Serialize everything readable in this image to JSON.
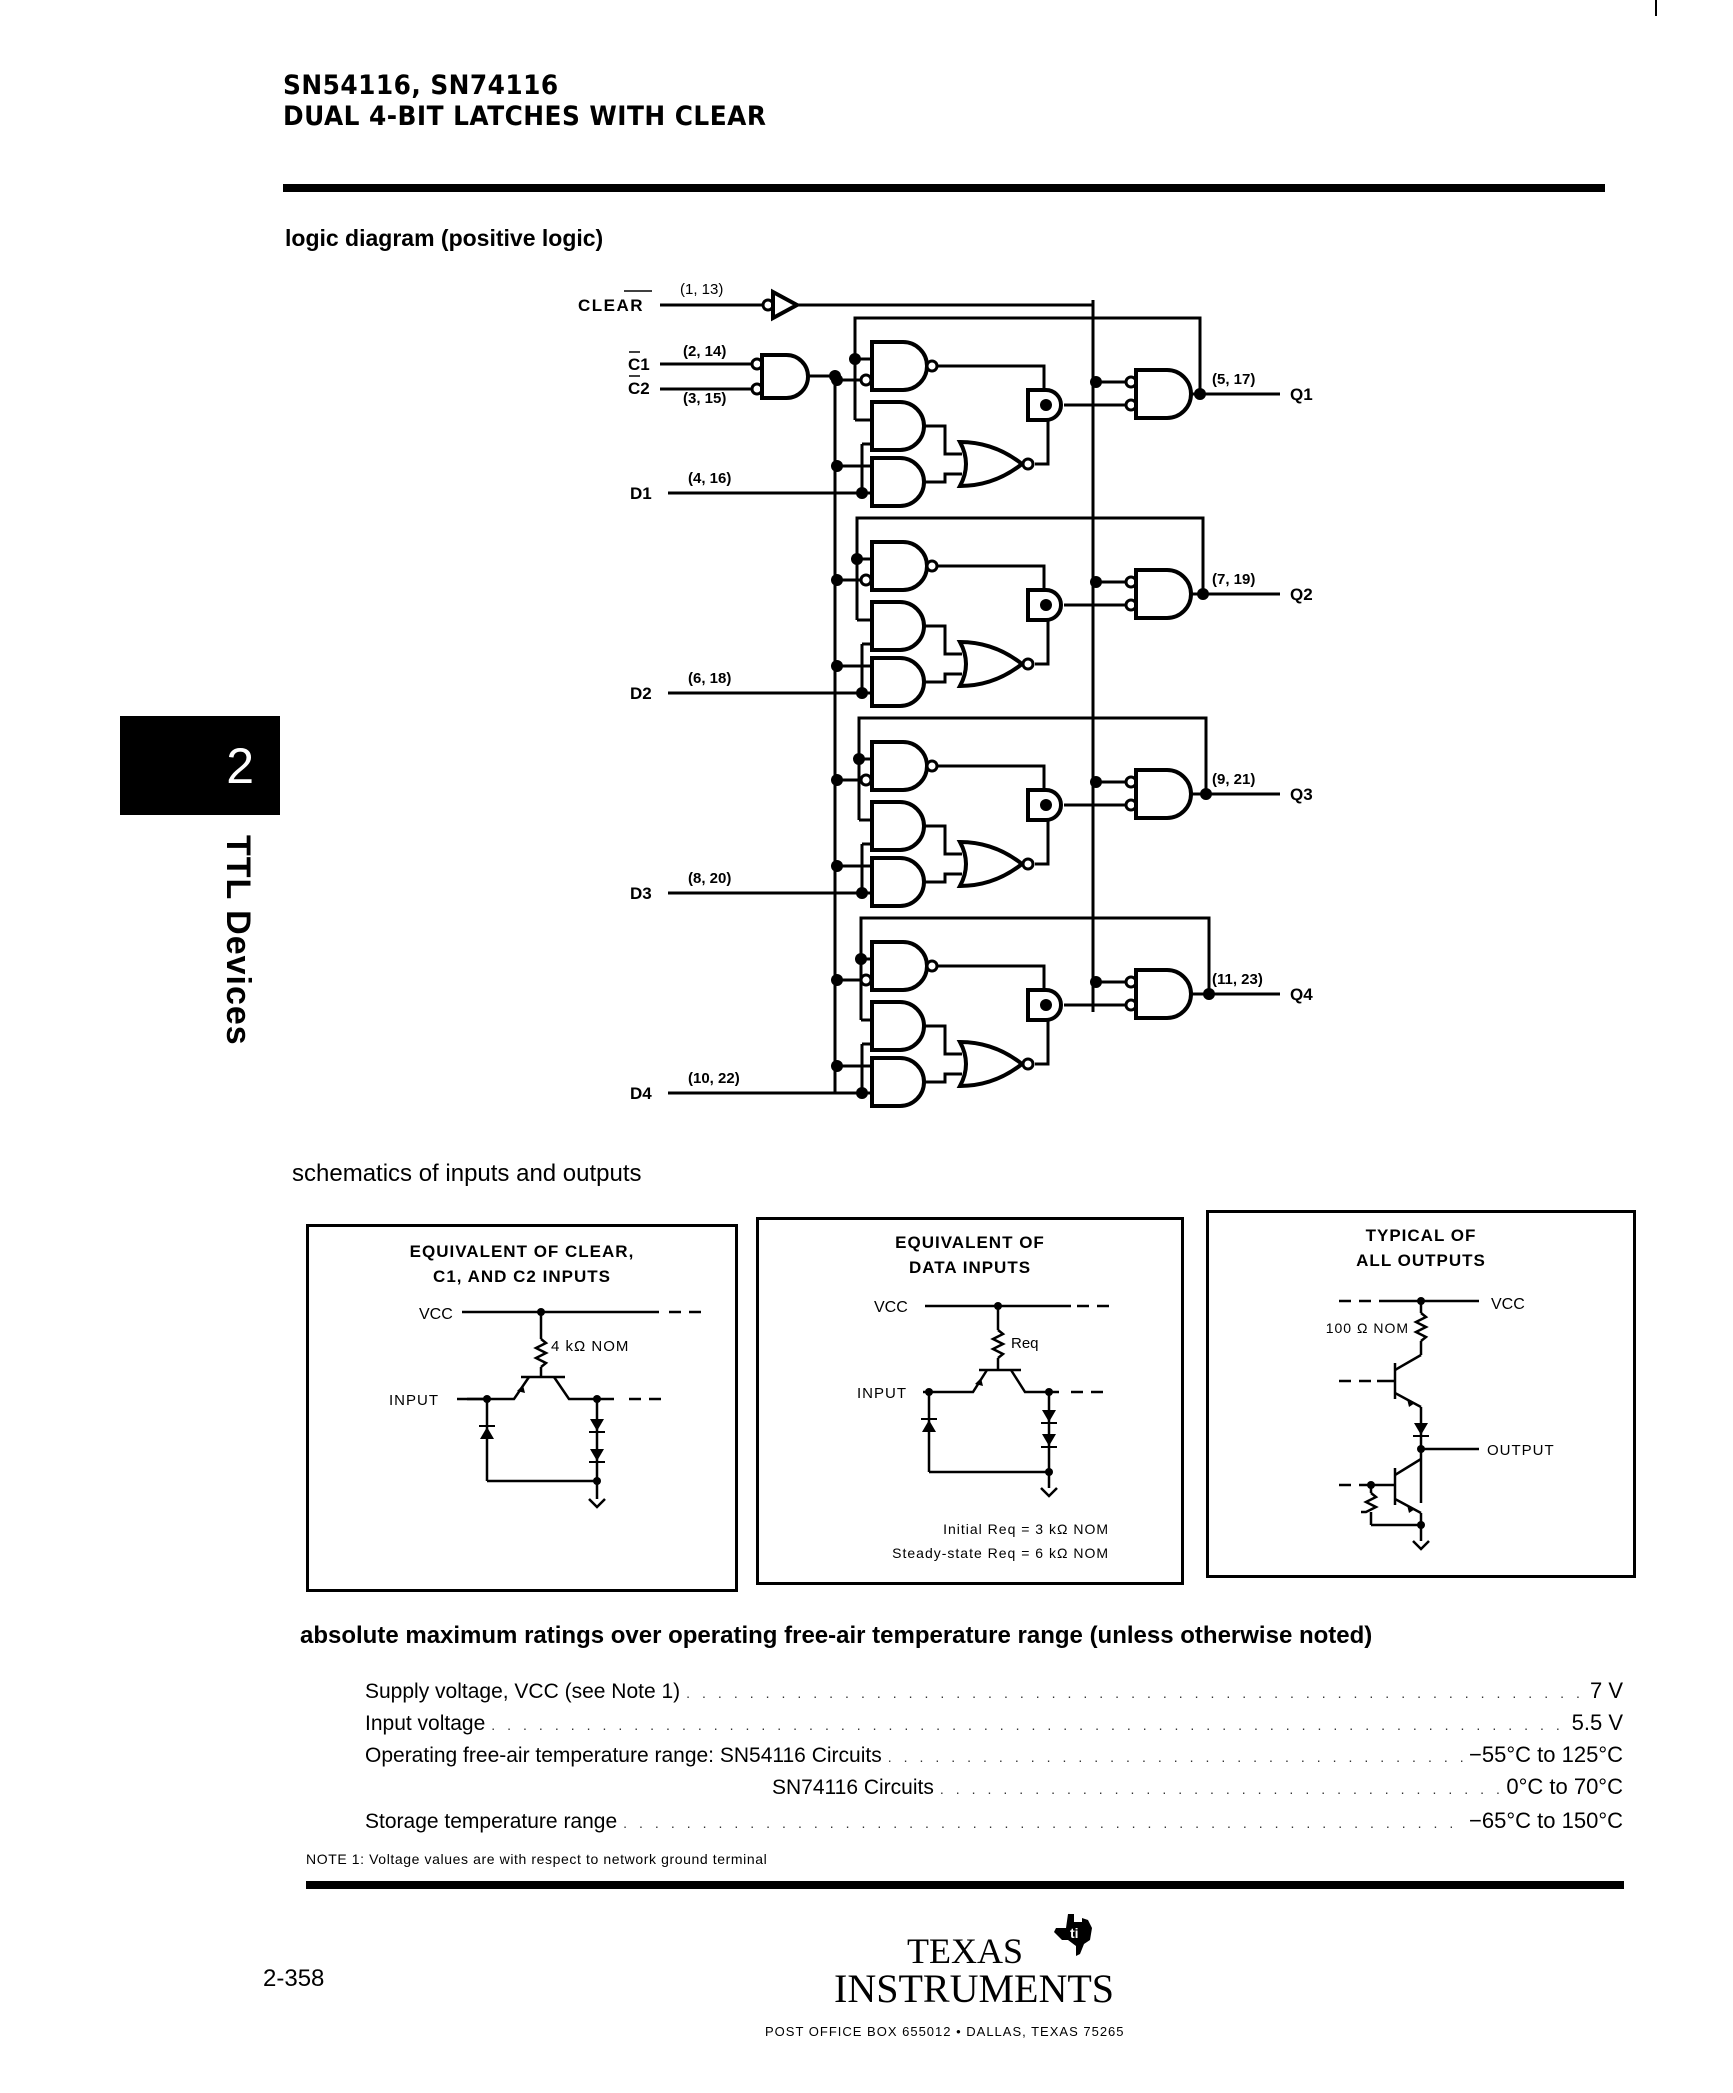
{
  "header": {
    "part_numbers": "SN54116, SN74116",
    "device_title": "DUAL 4-BIT LATCHES WITH CLEAR"
  },
  "side_tab": {
    "section_number": "2",
    "section_label": "TTL Devices"
  },
  "logic_diagram": {
    "heading": "logic diagram (positive logic)",
    "clear": {
      "label": "CLEAR",
      "label_overbar": "EAR",
      "pins": "(1, 13)"
    },
    "c1": {
      "label": "C1",
      "pins": "(2, 14)"
    },
    "c2": {
      "label": "C2",
      "pins": "(3, 15)"
    },
    "latches": [
      {
        "data_label": "D1",
        "data_pins": "(4, 16)",
        "out_label": "Q1",
        "out_pins": "(5, 17)"
      },
      {
        "data_label": "D2",
        "data_pins": "(6, 18)",
        "out_label": "Q2",
        "out_pins": "(7, 19)"
      },
      {
        "data_label": "D3",
        "data_pins": "(8, 20)",
        "out_label": "Q3",
        "out_pins": "(9, 21)"
      },
      {
        "data_label": "D4",
        "data_pins": "(10, 22)",
        "out_label": "Q4",
        "out_pins": "(11, 23)"
      }
    ]
  },
  "schematics": {
    "heading": "schematics of inputs and outputs",
    "boxes": [
      {
        "title_line1": "EQUIVALENT OF CLEAR,",
        "title_line2": "C1, AND C2 INPUTS",
        "vcc_label": "VCC",
        "resistor_label": "4 kΩ NOM",
        "input_label": "INPUT"
      },
      {
        "title_line1": "EQUIVALENT OF",
        "title_line2": "DATA INPUTS",
        "vcc_label": "VCC",
        "resistor_label": "Req",
        "input_label": "INPUT",
        "note_line1": "Initial Req = 3 kΩ NOM",
        "note_line2": "Steady-state Req = 6 kΩ NOM"
      },
      {
        "title_line1": "TYPICAL OF",
        "title_line2": "ALL OUTPUTS",
        "vcc_label": "VCC",
        "resistor_label": "100 Ω NOM",
        "output_label": "OUTPUT"
      }
    ]
  },
  "ratings": {
    "heading": "absolute maximum ratings over operating free-air temperature range (unless otherwise noted)",
    "rows": [
      {
        "label": "Supply voltage, VCC (see Note 1)",
        "value": "7 V"
      },
      {
        "label": "Input voltage",
        "value": "5.5 V"
      },
      {
        "label": "Operating free-air temperature range:  SN54116 Circuits",
        "value": "−55°C to 125°C"
      },
      {
        "label": "SN74116 Circuits",
        "value": "0°C to 70°C"
      },
      {
        "label": "Storage temperature range",
        "value": "−65°C to 150°C"
      }
    ],
    "note": "NOTE 1:  Voltage values are with respect to network ground terminal"
  },
  "footer": {
    "page_number": "2-358",
    "company_line1": "TEXAS",
    "company_line2": "INSTRUMENTS",
    "address": "POST OFFICE BOX 655012 • DALLAS, TEXAS 75265"
  }
}
